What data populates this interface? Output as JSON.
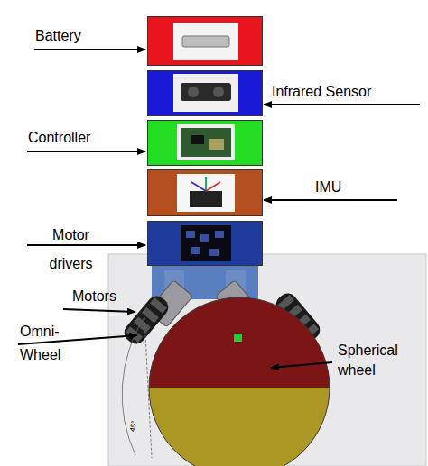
{
  "diagram": {
    "nodes": [
      {
        "text": [
          "Battery"
        ]
      },
      {
        "text": [
          "Infrared Sensor"
        ]
      },
      {
        "text": [
          "Controller"
        ]
      },
      {
        "text": [
          "IMU"
        ]
      },
      {
        "text": [
          "Motor drivers"
        ]
      }
    ],
    "labels": [
      "Motors",
      "Omni- Wheel",
      "Spherical wheel",
      "45°"
    ]
  }
}
